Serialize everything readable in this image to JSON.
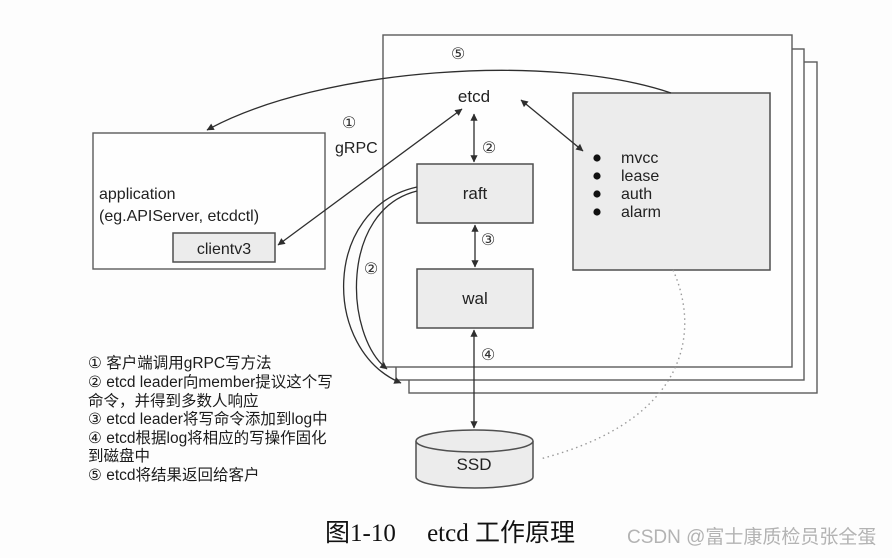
{
  "diagram": {
    "nodes": {
      "application_line1": "application",
      "application_line2": "(eg.APIServer, etcdctl)",
      "clientv3": "clientv3",
      "etcd": "etcd",
      "raft": "raft",
      "wal": "wal",
      "ssd": "SSD",
      "features": [
        "mvcc",
        "lease",
        "auth",
        "alarm"
      ]
    },
    "labels": {
      "grpc": "gRPC",
      "step1": "①",
      "step2": "②",
      "step3": "③",
      "step4": "④",
      "step5": "⑤"
    },
    "legend": {
      "lines": [
        "① 客户端调用gRPC写方法",
        "② etcd leader向member提议这个写",
        "命令，并得到多数人响应",
        "③ etcd leader将写命令添加到log中",
        "④ etcd根据log将相应的写操作固化",
        "到磁盘中",
        "⑤ etcd将结果返回给客户"
      ]
    },
    "caption": "图1-10　 etcd 工作原理",
    "watermark": "CSDN @富士康质检员张全蛋",
    "colors": {
      "node_fill": "#ececec",
      "node_border": "#4f4f4f",
      "edge": "#2e2e2e",
      "dotted_edge": "#9a9a9a",
      "watermark": "#b3b3b3"
    }
  }
}
